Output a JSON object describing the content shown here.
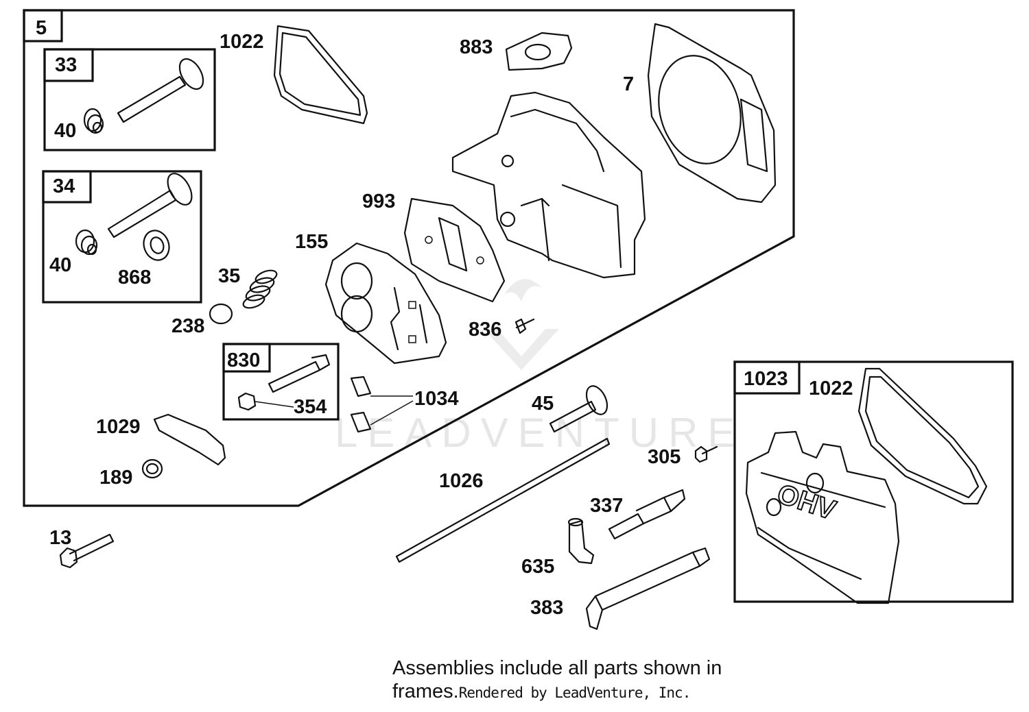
{
  "labels": {
    "l5": "5",
    "l33": "33",
    "l40a": "40",
    "l34": "34",
    "l40b": "40",
    "l868": "868",
    "l35": "35",
    "l238": "238",
    "l1022a": "1022",
    "l883": "883",
    "l7": "7",
    "l993": "993",
    "l155": "155",
    "l836": "836",
    "l830": "830",
    "l354": "354",
    "l1034": "1034",
    "l1029": "1029",
    "l189": "189",
    "l13": "13",
    "l45": "45",
    "l1026": "1026",
    "l305": "305",
    "l337": "337",
    "l635": "635",
    "l383": "383",
    "l1023": "1023",
    "l1022b": "1022"
  },
  "watermark": "LEADVENTURE",
  "cover_emboss": "OHV",
  "note": "Assemblies include all parts shown in frames.",
  "credit": "Rendered by LeadVenture, Inc."
}
